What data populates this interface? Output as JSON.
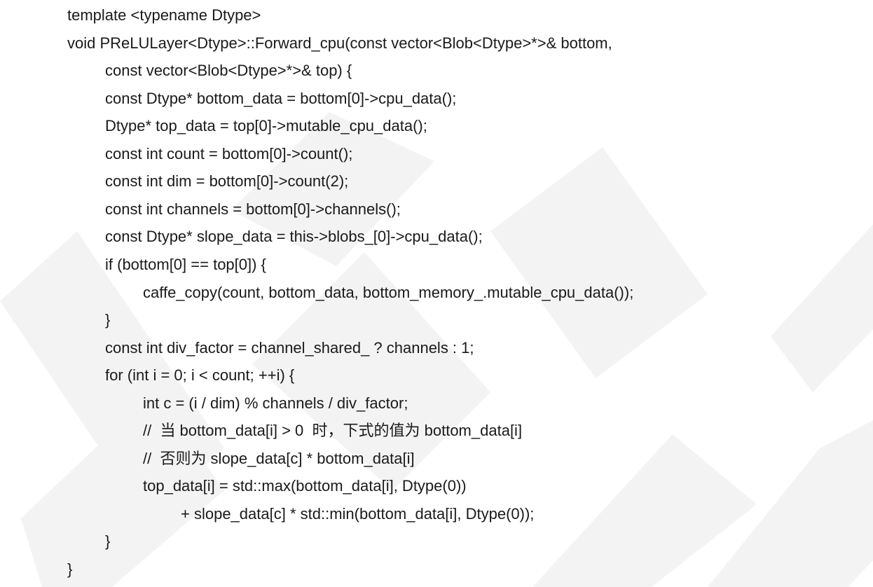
{
  "code": {
    "lines": [
      {
        "text": "template <typename Dtype>",
        "indent": 0
      },
      {
        "text": "void PReLULayer<Dtype>::Forward_cpu(const vector<Blob<Dtype>*>& bottom,",
        "indent": 0
      },
      {
        "text": "const vector<Blob<Dtype>*>& top) {",
        "indent": 1
      },
      {
        "text": "const Dtype* bottom_data = bottom[0]->cpu_data();",
        "indent": 1
      },
      {
        "text": "Dtype* top_data = top[0]->mutable_cpu_data();",
        "indent": 1
      },
      {
        "text": "const int count = bottom[0]->count();",
        "indent": 1
      },
      {
        "text": "const int dim = bottom[0]->count(2);",
        "indent": 1
      },
      {
        "text": "const int channels = bottom[0]->channels();",
        "indent": 1
      },
      {
        "text": "const Dtype* slope_data = this->blobs_[0]->cpu_data();",
        "indent": 1
      },
      {
        "text": "if (bottom[0] == top[0]) {",
        "indent": 1
      },
      {
        "text": "caffe_copy(count, bottom_data, bottom_memory_.mutable_cpu_data());",
        "indent": 2
      },
      {
        "text": "}",
        "indent": 1
      },
      {
        "text": "const int div_factor = channel_shared_ ? channels : 1;",
        "indent": 1
      },
      {
        "text": "for (int i = 0; i < count; ++i) {",
        "indent": 1
      },
      {
        "text": "int c = (i / dim) % channels / div_factor;",
        "indent": 2
      },
      {
        "text": "//  当 bottom_data[i] > 0  时，下式的值为 bottom_data[i]",
        "indent": 2
      },
      {
        "text": "//  否则为 slope_data[c] * bottom_data[i]",
        "indent": 2
      },
      {
        "text": "top_data[i] = std::max(bottom_data[i], Dtype(0))",
        "indent": 2
      },
      {
        "text": "+ slope_data[c] * std::min(bottom_data[i], Dtype(0));",
        "indent": 3
      },
      {
        "text": "}",
        "indent": 1
      },
      {
        "text": "}",
        "indent": 0
      }
    ]
  },
  "colors": {
    "text": "#1a1a1a",
    "background": "#ffffff",
    "watermark": "#f2f2f2"
  }
}
